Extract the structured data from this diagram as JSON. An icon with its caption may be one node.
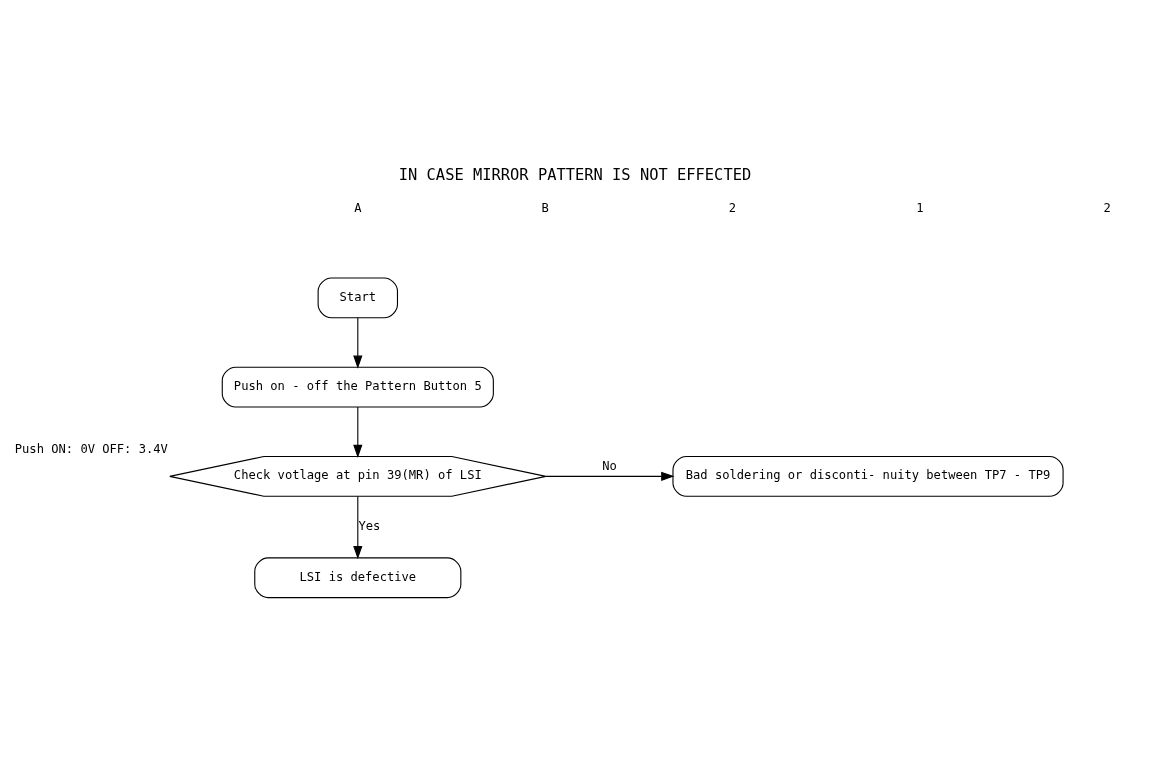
{
  "diagram": {
    "title": "IN CASE MIRROR PATTERN IS NOT EFFECTED",
    "nodes": [
      {
        "text": [
          "Start"
        ]
      },
      {
        "text": [
          "Push on - off the Pattern Button 5"
        ]
      },
      {
        "text": [
          "Check votlage at pin 39(MR) of LSI"
        ],
        "beside": [
          "Push ON: 0V OFF: 3.4V"
        ]
      },
      {
        "text": [
          "Bad soldering or disconti- nuity between TP7 - TP9"
        ]
      },
      {
        "text": [
          "LSI is defective"
        ]
      }
    ],
    "edges": [
      {
        "from": 0,
        "to": 1,
        "arrow": "to"
      },
      {
        "from": 1,
        "to": 2,
        "arrow": "to"
      },
      {
        "from": 2,
        "to": 3,
        "arrow": "to",
        "label": "No"
      },
      {
        "from": 2,
        "to": 4,
        "arrow": "to",
        "label": "Yes"
      }
    ],
    "labels": [
      "A",
      "B",
      "2",
      "1",
      "2"
    ]
  }
}
